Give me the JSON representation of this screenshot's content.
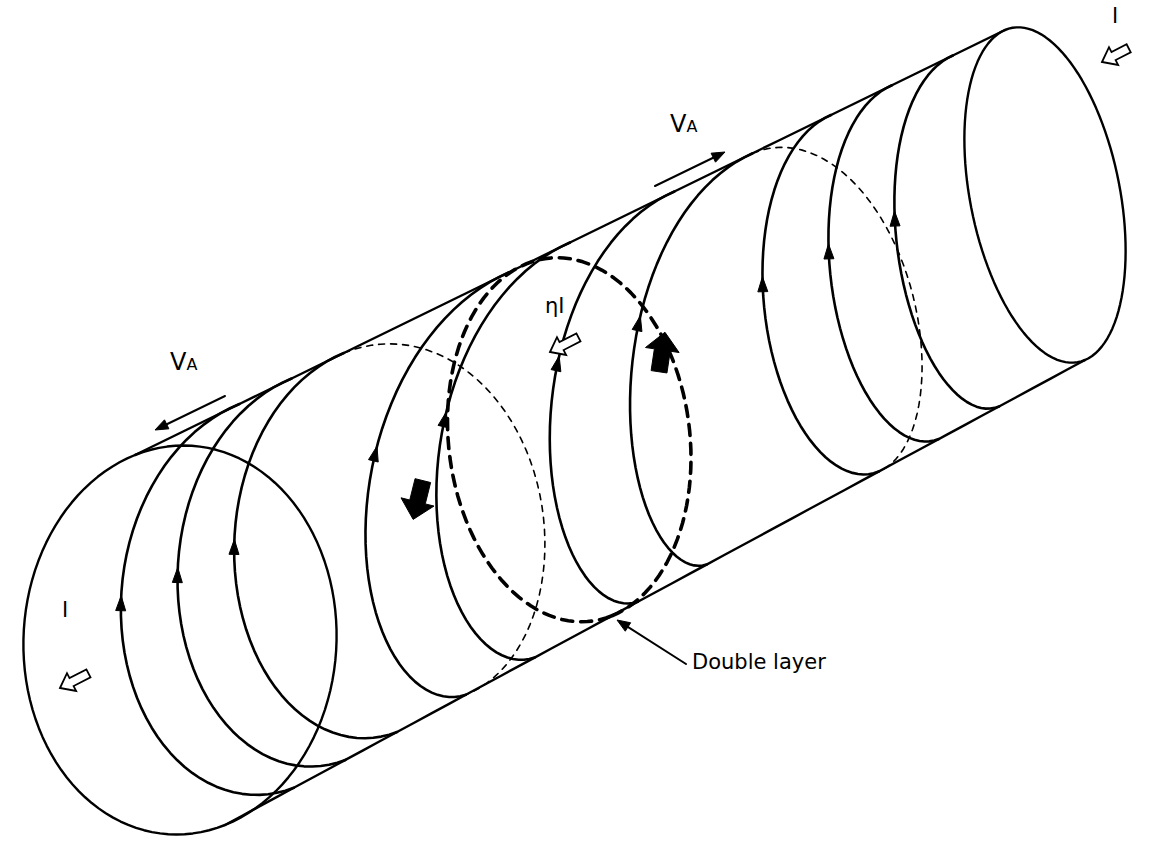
{
  "diagram": {
    "labels": [
      "I",
      "VA",
      "ηI",
      "VA",
      "I",
      "Double layer"
    ]
  }
}
